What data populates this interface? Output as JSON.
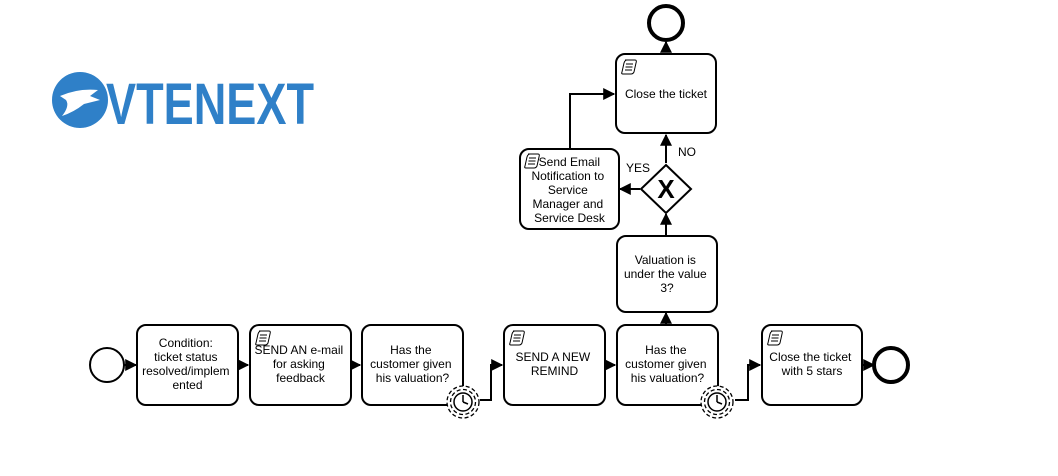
{
  "logo": {
    "text": "VTENEXT",
    "color": "#2f80c8"
  },
  "tasks": {
    "condition": [
      "Condition:",
      "ticket status",
      "resolved/implem",
      "ented"
    ],
    "send_email": [
      "SEND AN e-mail",
      "for asking",
      "feedback"
    ],
    "has_valuation_1": [
      "Has the",
      "customer given",
      "his valuation?"
    ],
    "send_remind": [
      "SEND A NEW",
      "REMIND"
    ],
    "has_valuation_2": [
      "Has the",
      "customer given",
      "his valuation?"
    ],
    "close_5_stars": [
      "Close the ticket",
      "with 5 stars"
    ],
    "valuation_check": [
      "Valuation is",
      "under the value",
      "3?"
    ],
    "notify": [
      "Send Email",
      "Notification to",
      "Service",
      "Manager and",
      "Service Desk"
    ],
    "close_ticket": [
      "Close the ticket"
    ]
  },
  "gateway": {
    "symbol": "X",
    "yes_label": "YES",
    "no_label": "NO"
  },
  "icons": {
    "script": "script-task-icon",
    "timer": "timer-boundary-icon",
    "gateway": "exclusive-gateway-icon"
  }
}
